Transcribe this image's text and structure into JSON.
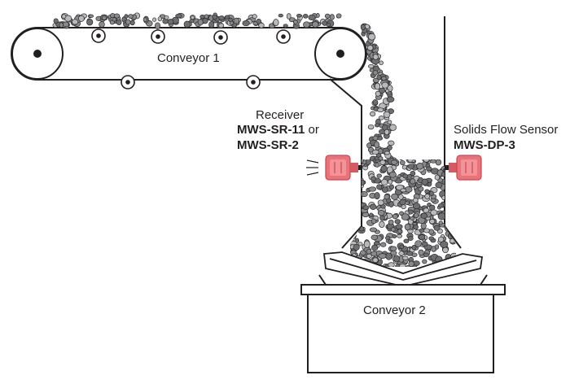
{
  "labels": {
    "conveyor1": "Conveyor 1",
    "conveyor2": "Conveyor 2",
    "receiver_title": "Receiver",
    "receiver_model_1": "MWS-SR-11",
    "receiver_or": "or",
    "receiver_model_2": "MWS-SR-2",
    "sensor_title": "Solids Flow Sensor",
    "sensor_model": "MWS-DP-3"
  },
  "colors": {
    "outline": "#231f20",
    "device": "#e8737a",
    "device_dark": "#c9474f",
    "rock_fill": "#6e6e70",
    "rock_light": "#b9b9bb",
    "background": "#ffffff"
  }
}
